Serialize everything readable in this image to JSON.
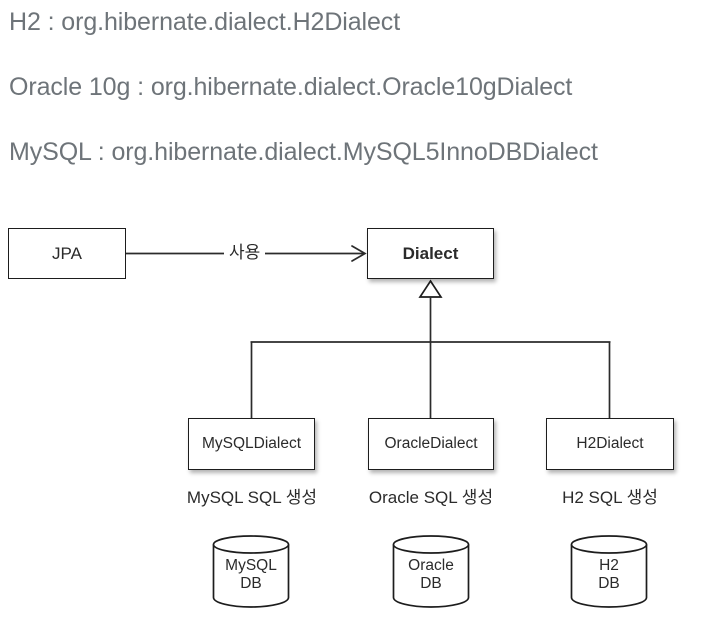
{
  "config_lines": [
    "H2 : org.hibernate.dialect.H2Dialect",
    "Oracle 10g : org.hibernate.dialect.Oracle10gDialect",
    "MySQL : org.hibernate.dialect.MySQL5InnoDBDialect"
  ],
  "diagram": {
    "nodes": {
      "jpa": "JPA",
      "dialect": "Dialect",
      "mysql_dialect": "MySQLDialect",
      "oracle_dialect": "OracleDialect",
      "h2_dialect": "H2Dialect"
    },
    "edges": {
      "use_label": "사용"
    },
    "captions": {
      "mysql": "MySQL SQL 생성",
      "oracle": "Oracle SQL 생성",
      "h2": "H2 SQL 생성"
    },
    "databases": {
      "mysql": "MySQL\nDB",
      "oracle": "Oracle\nDB",
      "h2": "H2\nDB"
    }
  },
  "colors": {
    "config_text": "#6e7479",
    "node_stroke": "#1d1d1d",
    "node_text": "#2b2b2b",
    "line": "#2b2b2b",
    "background": "#ffffff"
  }
}
